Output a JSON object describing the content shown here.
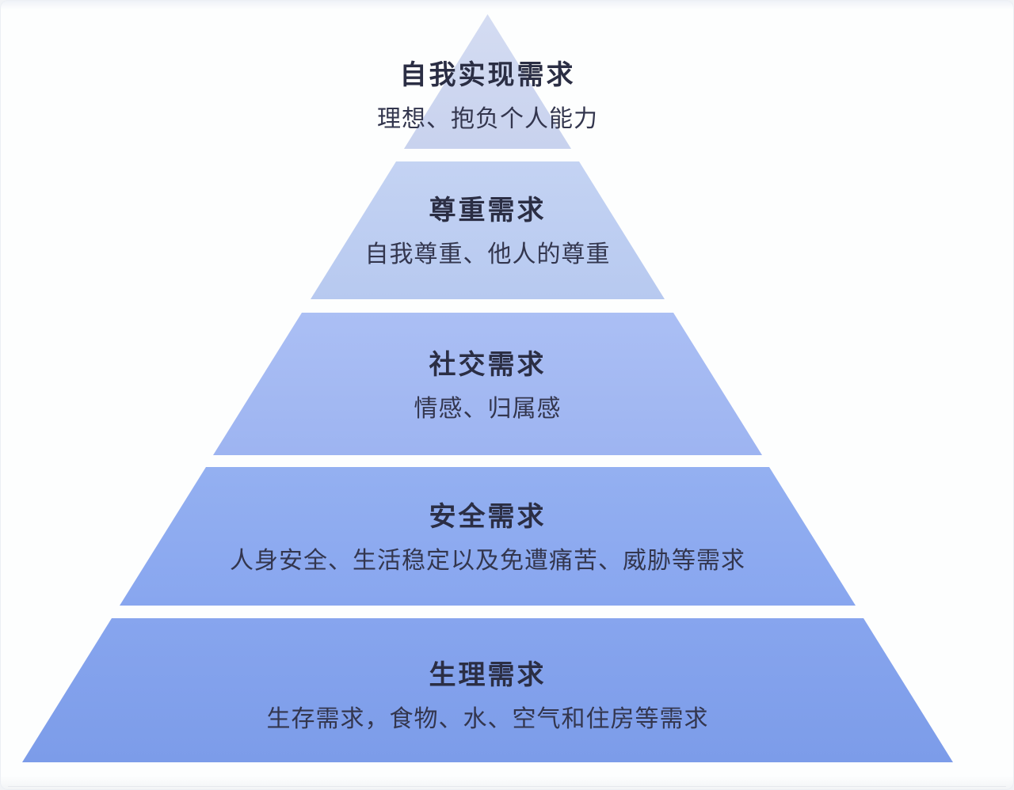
{
  "diagram": {
    "type": "pyramid",
    "levels": [
      {
        "rank": 1,
        "title": "自我实现需求",
        "subtitle": "理想、抱负个人能力",
        "color": "#cbd5ef"
      },
      {
        "rank": 2,
        "title": "尊重需求",
        "subtitle": "自我尊重、他人的尊重",
        "color": "#bccdf1"
      },
      {
        "rank": 3,
        "title": "社交需求",
        "subtitle": "情感、归属感",
        "color": "#a2b8f2"
      },
      {
        "rank": 4,
        "title": "安全需求",
        "subtitle": "人身安全、生活稳定以及免遭痛苦、威胁等需求",
        "color": "#8caaf0"
      },
      {
        "rank": 5,
        "title": "生理需求",
        "subtitle": "生存需求，食物、水、空气和住房等需求",
        "color": "#80a0eb"
      }
    ],
    "separator_color": "#ffffff",
    "title_text_color": "#2b2e44",
    "subtitle_text_color": "#33364e",
    "background_color": "#fdfefe"
  }
}
